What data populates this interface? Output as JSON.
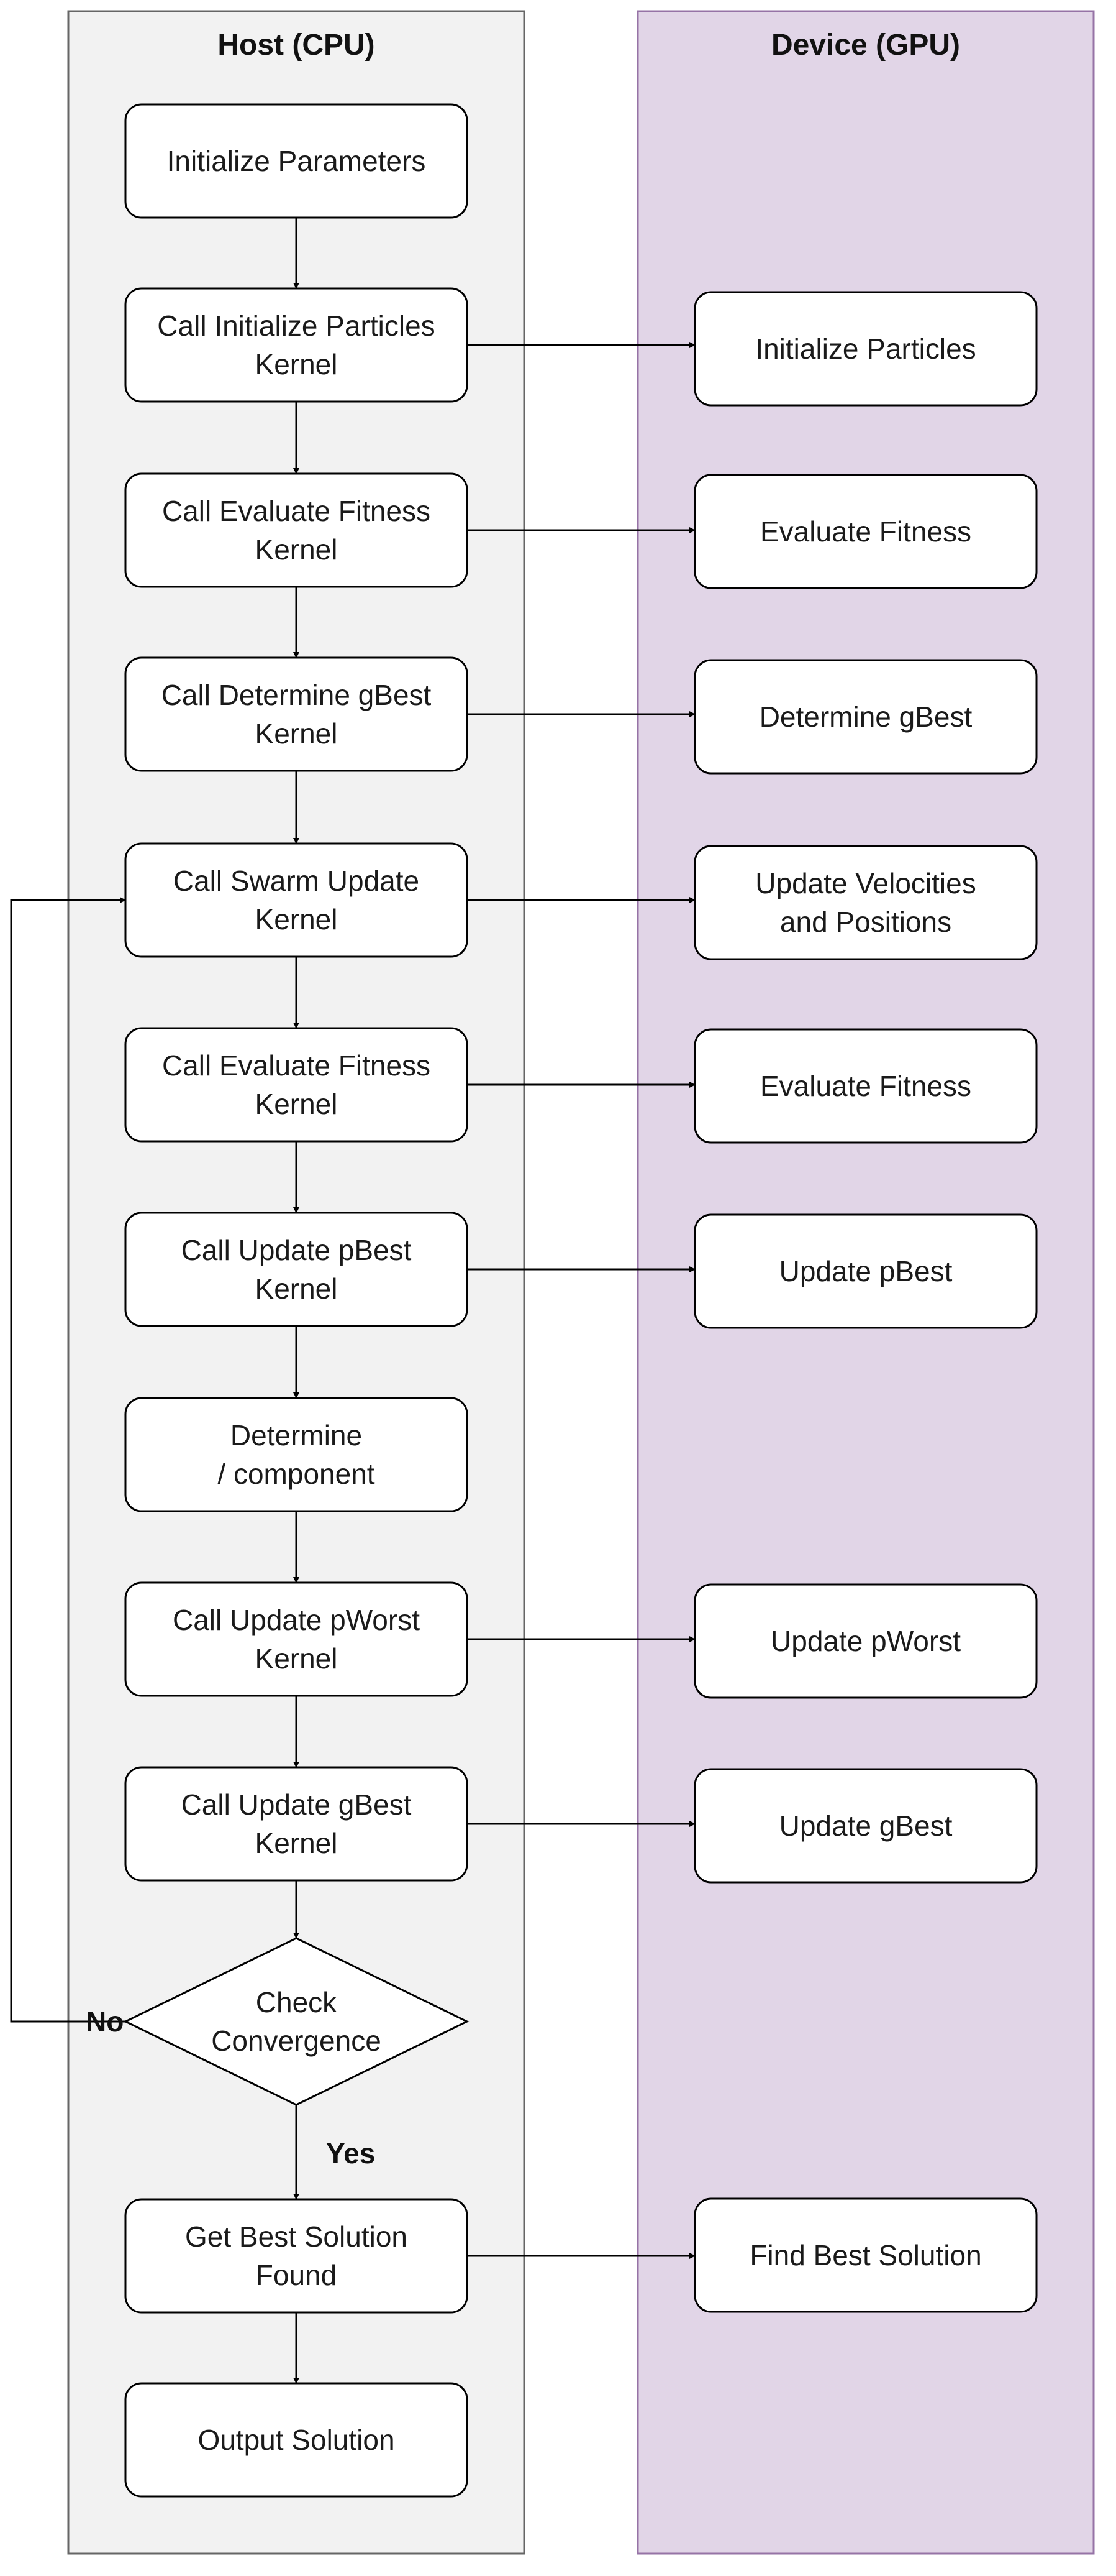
{
  "colors": {
    "host_lane_fill": "#f2f2f2",
    "device_lane_fill": "#e1d5e7",
    "device_lane_stroke": "#9673a6",
    "host_lane_stroke": "#666666",
    "node_fill": "#ffffff",
    "node_stroke": "#000000"
  },
  "lanes": {
    "host": "Host (CPU)",
    "device": "Device (GPU)"
  },
  "host_steps": [
    {
      "id": "init_params",
      "lines": [
        "Initialize Parameters"
      ]
    },
    {
      "id": "call_init_particles",
      "lines": [
        "Call Initialize Particles",
        "Kernel"
      ]
    },
    {
      "id": "call_eval_fitness_1",
      "lines": [
        "Call Evaluate Fitness",
        "Kernel"
      ]
    },
    {
      "id": "call_determine_gbest",
      "lines": [
        "Call Determine gBest",
        "Kernel"
      ]
    },
    {
      "id": "call_swarm_update",
      "lines": [
        "Call Swarm Update",
        "Kernel"
      ]
    },
    {
      "id": "call_eval_fitness_2",
      "lines": [
        "Call Evaluate Fitness",
        "Kernel"
      ]
    },
    {
      "id": "call_update_pbest",
      "lines": [
        "Call Update pBest",
        "Kernel"
      ]
    },
    {
      "id": "determine_component",
      "lines": [
        "Determine",
        "/ component"
      ]
    },
    {
      "id": "call_update_pworst",
      "lines": [
        "Call Update pWorst",
        "Kernel"
      ]
    },
    {
      "id": "call_update_gbest",
      "lines": [
        "Call Update gBest",
        "Kernel"
      ]
    },
    {
      "id": "check_convergence",
      "lines": [
        "Check",
        "Convergence"
      ],
      "shape": "diamond"
    },
    {
      "id": "get_best_solution",
      "lines": [
        "Get Best Solution",
        "Found"
      ]
    },
    {
      "id": "output_solution",
      "lines": [
        "Output Solution"
      ]
    }
  ],
  "device_steps": [
    {
      "id": "dev_init_particles",
      "from": "call_init_particles",
      "lines": [
        "Initialize Particles"
      ]
    },
    {
      "id": "dev_eval_fitness_1",
      "from": "call_eval_fitness_1",
      "lines": [
        "Evaluate Fitness"
      ]
    },
    {
      "id": "dev_determine_gbest",
      "from": "call_determine_gbest",
      "lines": [
        "Determine gBest"
      ]
    },
    {
      "id": "dev_update_vel_pos",
      "from": "call_swarm_update",
      "lines": [
        "Update Velocities",
        "and Positions"
      ]
    },
    {
      "id": "dev_eval_fitness_2",
      "from": "call_eval_fitness_2",
      "lines": [
        "Evaluate Fitness"
      ]
    },
    {
      "id": "dev_update_pbest",
      "from": "call_update_pbest",
      "lines": [
        "Update pBest"
      ]
    },
    {
      "id": "dev_update_pworst",
      "from": "call_update_pworst",
      "lines": [
        "Update pWorst"
      ]
    },
    {
      "id": "dev_update_gbest",
      "from": "call_update_gbest",
      "lines": [
        "Update gBest"
      ]
    },
    {
      "id": "dev_find_best",
      "from": "get_best_solution",
      "lines": [
        "Find Best Solution"
      ]
    }
  ],
  "branches": {
    "no": {
      "label": "No",
      "from": "check_convergence",
      "to": "call_swarm_update"
    },
    "yes": {
      "label": "Yes",
      "from": "check_convergence",
      "to": "get_best_solution"
    }
  }
}
